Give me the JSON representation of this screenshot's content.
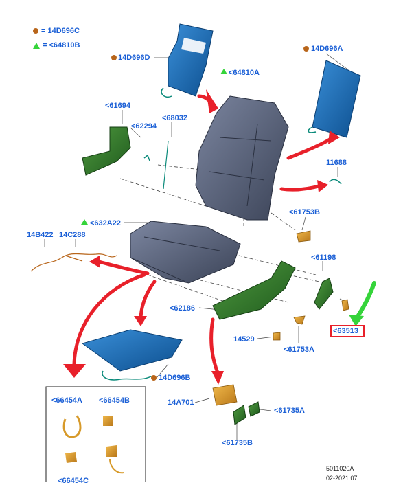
{
  "legend": {
    "circle_item": "= 14D696C",
    "triangle_item": "= <64810B"
  },
  "labels": {
    "l14D696D": "14D696D",
    "l64810A": "<64810A",
    "l14D696A": "14D696A",
    "l61694": "<61694",
    "l62294": "<62294",
    "l68032": "<68032",
    "l11688": "11688",
    "l632A22": "<632A22",
    "l61753B": "<61753B",
    "l14B422": "14B422",
    "l14C288": "14C288",
    "l61198": "<61198",
    "l62186": "<62186",
    "l63513": "<63513",
    "l14529": "14529",
    "l61753A": "<61753A",
    "l14D696B": "14D696B",
    "l66454A": "<66454A",
    "l66454B": "<66454B",
    "l66454C": "<66454C",
    "l14A701": "14A701",
    "l61735A": "<61735A",
    "l61735B": "<61735B"
  },
  "footer": {
    "ref": "5011020A",
    "date": "02-2021 07"
  },
  "colors": {
    "label_blue": "#1a5fd6",
    "arrow_red": "#e8202a",
    "pointer_green": "#35d43a",
    "marker_orange": "#b8651a",
    "panel_blue": "#1467b0",
    "part_green": "#2f7a2c",
    "cushion_gray": "#5a6378",
    "part_orange": "#d79a2a"
  }
}
